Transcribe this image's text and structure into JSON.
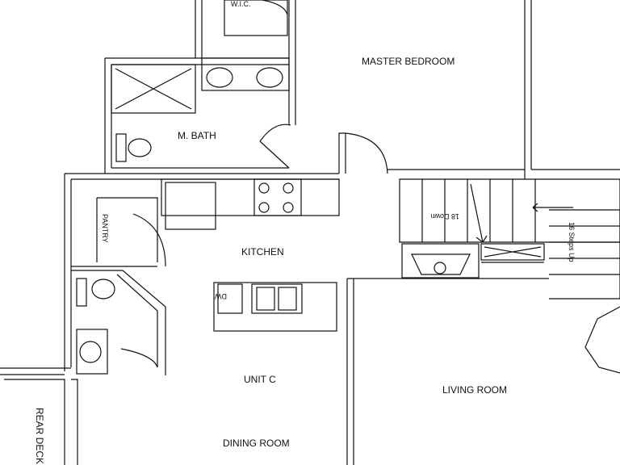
{
  "colors": {
    "line": "#111111",
    "background": "#ffffff"
  },
  "rooms": {
    "wic": "W.I.C.",
    "master_bedroom": "MASTER BEDROOM",
    "master_bath": "M. BATH",
    "pantry": "PANTRY",
    "kitchen": "KITCHEN",
    "dishwasher": "DW",
    "unit": "UNIT C",
    "dining_room": "DINING ROOM",
    "living_room": "LIVING ROOM",
    "rear_deck": "REAR DECK"
  },
  "stairs": {
    "down_label": "18 Down",
    "up_label": "16 Steps Up"
  },
  "icons": [
    "shower-icon",
    "toilet-icon",
    "sink-icon",
    "cooktop-icon",
    "double-sink-icon",
    "fireplace-icon",
    "door-swing-icon"
  ]
}
